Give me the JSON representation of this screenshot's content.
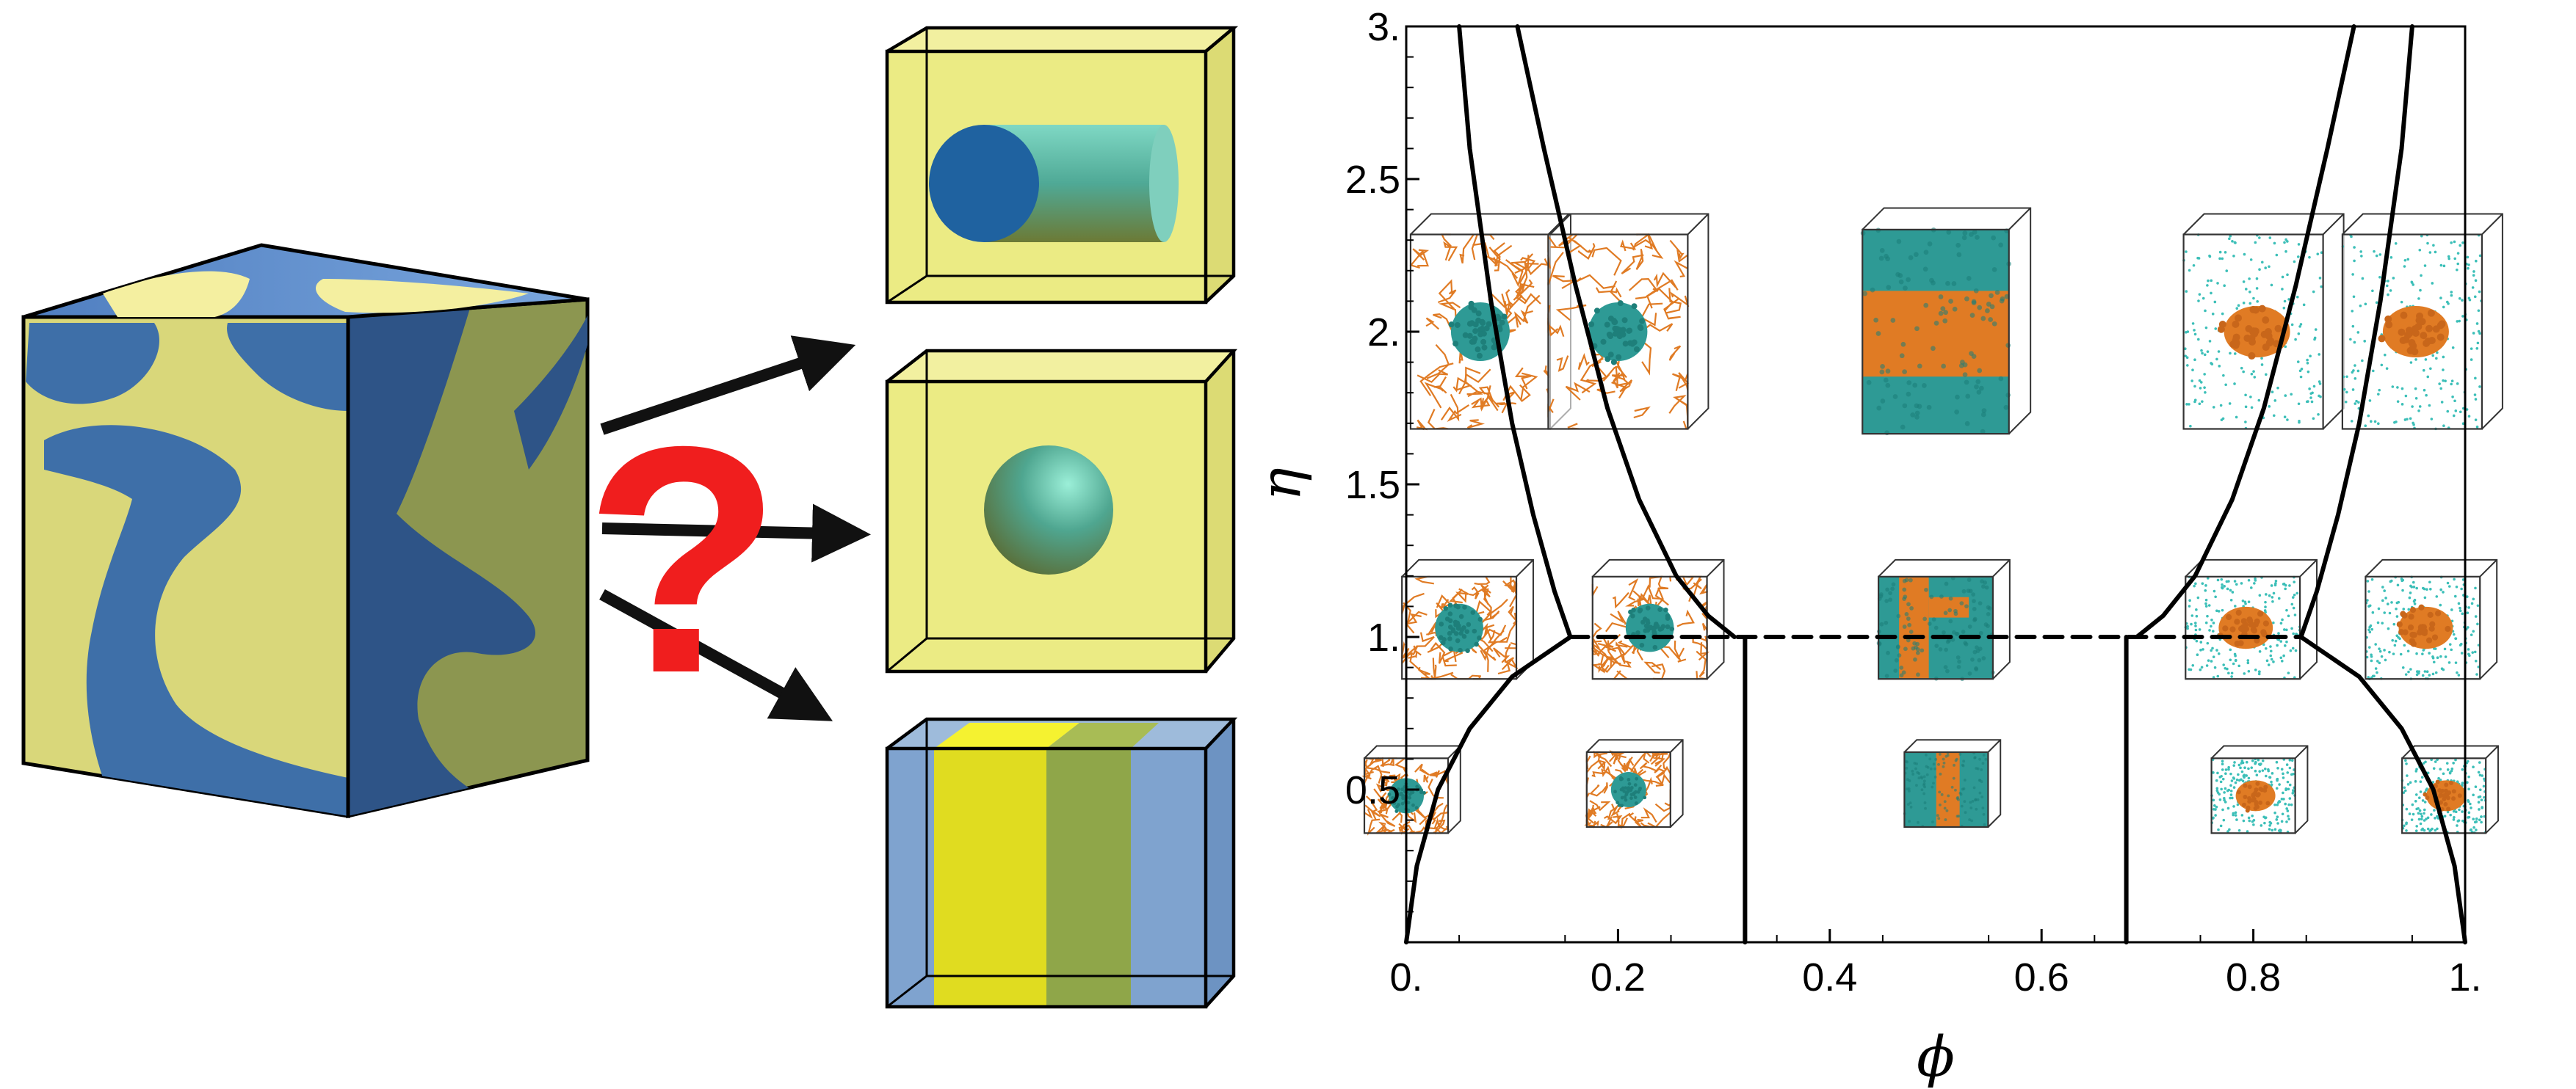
{
  "question_mark": "?",
  "chart_data": {
    "type": "line",
    "title": "",
    "xlabel": "ϕ",
    "ylabel": "η",
    "xlim": [
      0,
      1
    ],
    "ylim": [
      0,
      3
    ],
    "x_ticks": [
      0,
      0.2,
      0.4,
      0.6,
      0.8,
      1
    ],
    "x_tick_labels": [
      "0.",
      "0.2",
      "0.4",
      "0.6",
      "0.8",
      "1."
    ],
    "y_ticks": [
      0.5,
      1,
      1.5,
      2,
      2.5,
      3
    ],
    "y_tick_labels": [
      "0.5",
      "1.",
      "1.5",
      "2.",
      "2.5",
      "3."
    ],
    "grid": false,
    "legend": "none",
    "series": [
      {
        "style": "solid",
        "x": [
          0.05,
          0.06,
          0.08,
          0.1,
          0.12,
          0.14,
          0.155
        ],
        "y": [
          3.0,
          2.6,
          2.1,
          1.7,
          1.4,
          1.15,
          1.0
        ]
      },
      {
        "style": "solid",
        "x": [
          0.105,
          0.13,
          0.16,
          0.19,
          0.22,
          0.255,
          0.285,
          0.31
        ],
        "y": [
          3.0,
          2.6,
          2.15,
          1.75,
          1.45,
          1.2,
          1.07,
          1.0
        ]
      },
      {
        "style": "solid",
        "x": [
          0.0,
          0.01,
          0.03,
          0.06,
          0.1,
          0.155
        ],
        "y": [
          0.0,
          0.25,
          0.5,
          0.7,
          0.87,
          1.0
        ]
      },
      {
        "style": "dashed",
        "x": [
          0.155,
          0.845
        ],
        "y": [
          1.0,
          1.0
        ]
      },
      {
        "style": "solid",
        "x": [
          0.32,
          0.32
        ],
        "y": [
          0.0,
          1.0
        ]
      },
      {
        "style": "solid",
        "x": [
          0.68,
          0.68
        ],
        "y": [
          0.0,
          1.0
        ]
      },
      {
        "style": "solid",
        "x": [
          0.95,
          0.94,
          0.92,
          0.9,
          0.88,
          0.86,
          0.845
        ],
        "y": [
          3.0,
          2.6,
          2.1,
          1.7,
          1.4,
          1.15,
          1.0
        ]
      },
      {
        "style": "solid",
        "x": [
          0.895,
          0.87,
          0.84,
          0.81,
          0.78,
          0.745,
          0.715,
          0.69
        ],
        "y": [
          3.0,
          2.6,
          2.15,
          1.75,
          1.45,
          1.2,
          1.07,
          1.0
        ]
      },
      {
        "style": "solid",
        "x": [
          1.0,
          0.99,
          0.97,
          0.94,
          0.9,
          0.845
        ],
        "y": [
          0.0,
          0.25,
          0.5,
          0.7,
          0.87,
          1.0
        ]
      }
    ],
    "snapshots": [
      {
        "x": 0.07,
        "y": 2.0,
        "scale": 1.0,
        "type": "chains_droplet"
      },
      {
        "x": 0.2,
        "y": 2.0,
        "scale": 1.0,
        "type": "chains_droplet"
      },
      {
        "x": 0.5,
        "y": 2.0,
        "scale": 1.05,
        "type": "slab_vertical"
      },
      {
        "x": 0.8,
        "y": 2.0,
        "scale": 1.0,
        "type": "dots_droplet"
      },
      {
        "x": 0.95,
        "y": 2.0,
        "scale": 1.0,
        "type": "dots_droplet"
      },
      {
        "x": 0.05,
        "y": 1.03,
        "scale": 0.82,
        "type": "chains_droplet"
      },
      {
        "x": 0.23,
        "y": 1.03,
        "scale": 0.82,
        "type": "chains_droplet"
      },
      {
        "x": 0.5,
        "y": 1.03,
        "scale": 0.82,
        "type": "slab_mixed"
      },
      {
        "x": 0.79,
        "y": 1.03,
        "scale": 0.82,
        "type": "dots_droplet"
      },
      {
        "x": 0.96,
        "y": 1.03,
        "scale": 0.82,
        "type": "dots_droplet"
      },
      {
        "x": 0.0,
        "y": 0.48,
        "scale": 0.6,
        "type": "chains_droplet"
      },
      {
        "x": 0.21,
        "y": 0.5,
        "scale": 0.6,
        "type": "chains_droplet"
      },
      {
        "x": 0.51,
        "y": 0.5,
        "scale": 0.6,
        "type": "slab_vertical"
      },
      {
        "x": 0.8,
        "y": 0.48,
        "scale": 0.6,
        "type": "dots_droplet"
      },
      {
        "x": 0.98,
        "y": 0.48,
        "scale": 0.6,
        "type": "dots_droplet"
      }
    ]
  },
  "colors": {
    "yellow": "#E7E77A",
    "blue": "#3E6FA8",
    "orange": "#E07B24",
    "teal": "#2E9A95",
    "cyan_dot": "#3CBFB8",
    "red": "#F01E1E"
  }
}
